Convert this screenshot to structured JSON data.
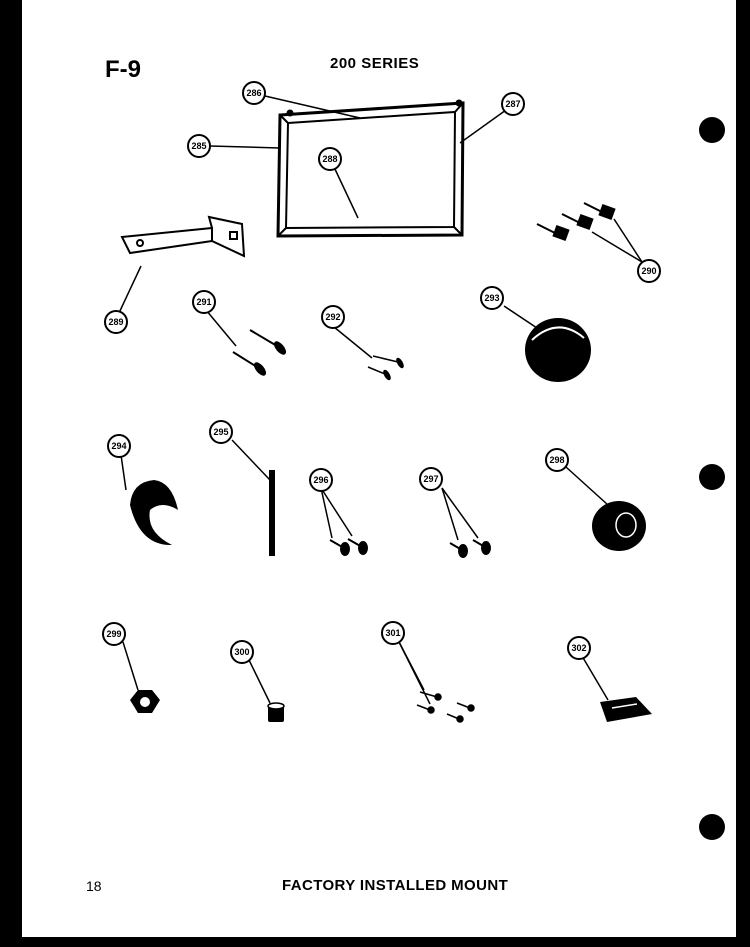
{
  "header": {
    "figure_id": "F-9",
    "series": "200 SERIES"
  },
  "footer": {
    "page_number": "18",
    "caption": "FACTORY INSTALLED MOUNT"
  },
  "callouts": [
    "285",
    "286",
    "287",
    "288",
    "289",
    "290",
    "291",
    "292",
    "293",
    "294",
    "295",
    "296",
    "297",
    "298",
    "299",
    "300",
    "301",
    "302"
  ]
}
